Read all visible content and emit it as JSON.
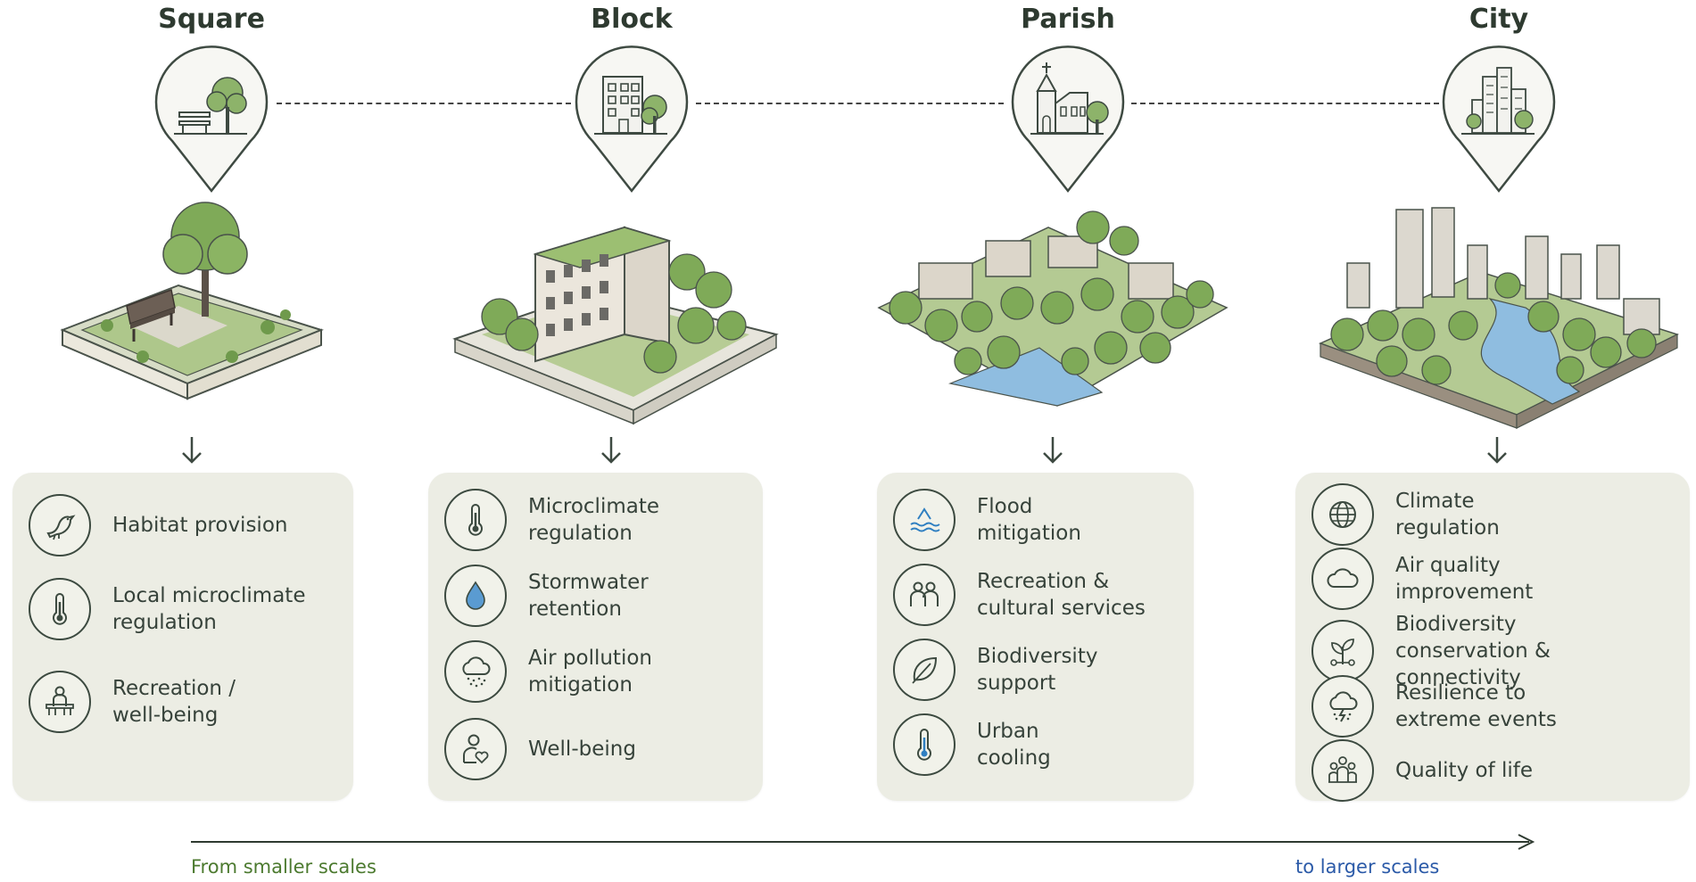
{
  "scales": [
    {
      "id": "square",
      "title": "Square",
      "pin_icon": "bench-tree-icon",
      "items": [
        {
          "icon": "bird-icon",
          "label": "Habitat provision"
        },
        {
          "icon": "thermometer-icon",
          "label": "Local microclimate\nregulation"
        },
        {
          "icon": "person-bench-icon",
          "label": "Recreation /\nwell-being"
        }
      ]
    },
    {
      "id": "block",
      "title": "Block",
      "pin_icon": "building-tree-icon",
      "items": [
        {
          "icon": "thermometer-icon",
          "label": "Microclimate\nregulation"
        },
        {
          "icon": "water-drop-icon",
          "label": "Stormwater\nretention"
        },
        {
          "icon": "rain-cloud-icon",
          "label": "Air pollution\nmitigation"
        },
        {
          "icon": "person-heart-icon",
          "label": "Well-being"
        }
      ]
    },
    {
      "id": "parish",
      "title": "Parish",
      "pin_icon": "church-icon",
      "items": [
        {
          "icon": "flood-waves-icon",
          "label": "Flood\nmitigation"
        },
        {
          "icon": "people-icon",
          "label": "Recreation &\ncultural services"
        },
        {
          "icon": "leaf-icon",
          "label": "Biodiversity\nsupport"
        },
        {
          "icon": "thermometer-icon",
          "label": "Urban\ncooling"
        }
      ]
    },
    {
      "id": "city",
      "title": "City",
      "pin_icon": "skyline-icon",
      "items": [
        {
          "icon": "globe-icon",
          "label": "Climate\nregulation"
        },
        {
          "icon": "cloud-icon",
          "label": "Air quality\nimprovement"
        },
        {
          "icon": "sprout-icon",
          "label": "Biodiversity\nconservation & connectivity"
        },
        {
          "icon": "storm-cloud-icon",
          "label": "Resilience to\nextreme events"
        },
        {
          "icon": "community-icon",
          "label": "Quality of life"
        }
      ]
    }
  ],
  "footer": {
    "left": "From smaller scales",
    "right": "to larger scales"
  },
  "colors": {
    "card_bg": "#ecede4",
    "foot_left": "#4c7a2f",
    "foot_right": "#2b5aa8",
    "tree": "#8db36a",
    "water": "#7fb3d8"
  }
}
